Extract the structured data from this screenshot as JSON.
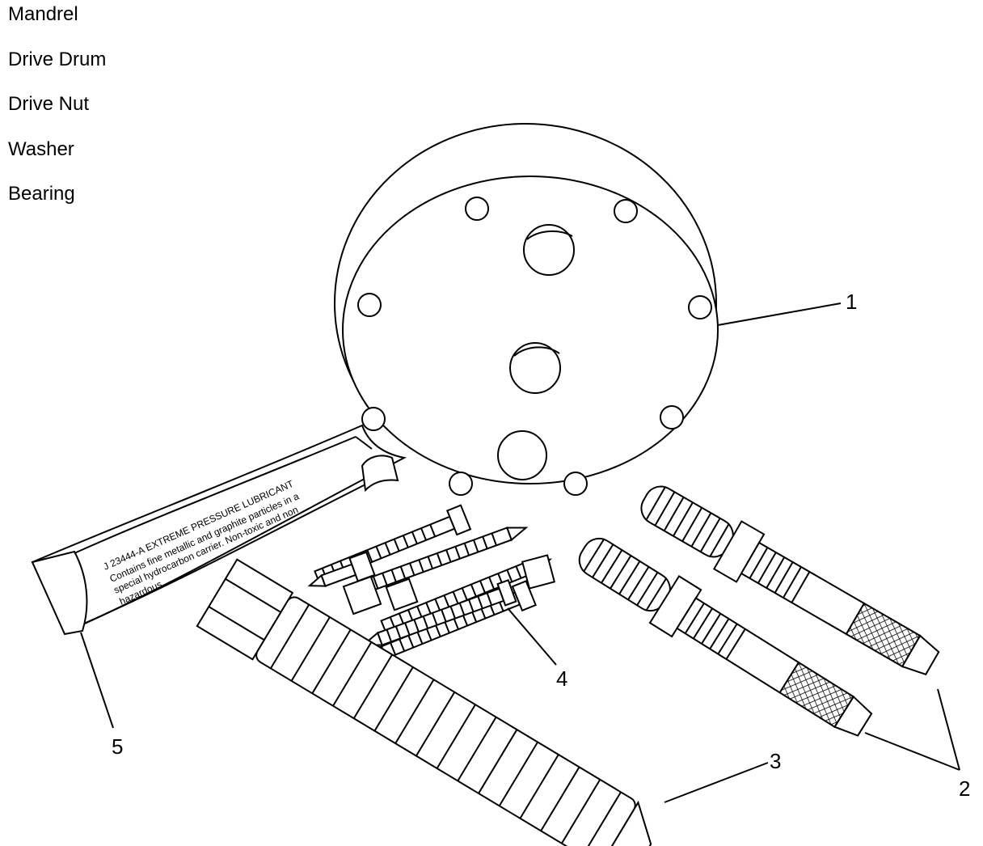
{
  "legend": [
    {
      "label": "Mandrel"
    },
    {
      "label": "Drive Drum"
    },
    {
      "label": "Drive Nut"
    },
    {
      "label": "Washer"
    },
    {
      "label": "Bearing"
    }
  ],
  "callouts": [
    "1",
    "2",
    "3",
    "4",
    "5"
  ],
  "tube_label": {
    "line1": "J 23444-A  EXTREME PRESSURE LUBRICANT",
    "line2": "Contains fine metallic and graphite particles in a",
    "line3": "special hydrocarbon carrier.  Non-toxic and non",
    "line4": "hazardous"
  }
}
